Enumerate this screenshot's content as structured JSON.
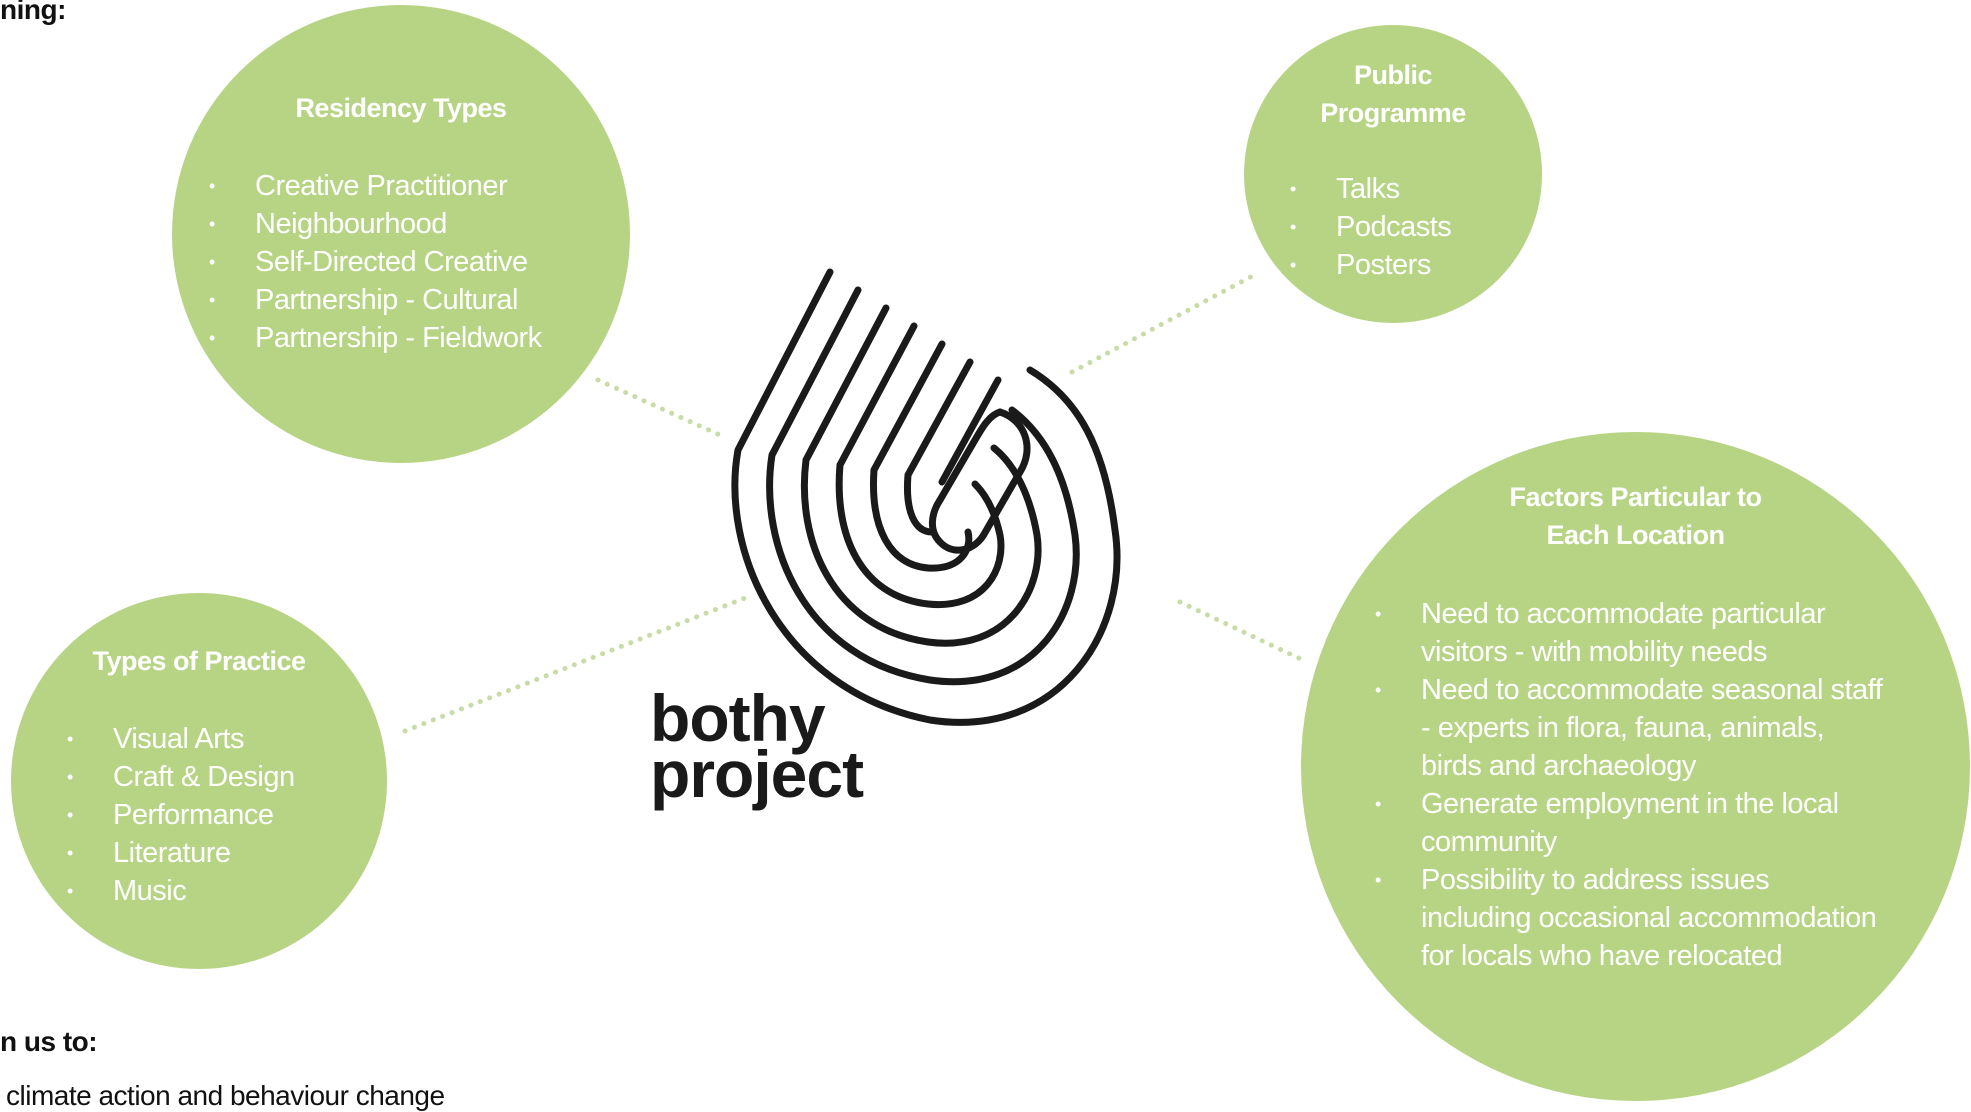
{
  "top_left_fragment": "ning:",
  "bottom_left_heading": "n us to:",
  "bottom_left_text": "climate action and behaviour change",
  "brand": {
    "line1": "bothy",
    "line2": "project"
  },
  "residency": {
    "title": "Residency Types",
    "items": [
      "Creative Practitioner",
      "Neighbourhood",
      "Self-Directed Creative",
      "Partnership - Cultural",
      "Partnership - Fieldwork"
    ]
  },
  "practice": {
    "title": "Types of Practice",
    "items": [
      "Visual Arts",
      "Craft & Design",
      "Performance",
      "Literature",
      "Music"
    ]
  },
  "public": {
    "title_line1": "Public",
    "title_line2": "Programme",
    "items": [
      "Talks",
      "Podcasts",
      "Posters"
    ]
  },
  "factors": {
    "title_line1": "Factors Particular to",
    "title_line2": "Each Location",
    "items": [
      "Need to accommodate particular visitors - with mobility needs",
      "Need to accommodate seasonal staff - experts in flora, fauna, animals, birds and archaeology",
      "Generate employment in the local community",
      "Possibility to address issues including occasional accommodation for locals who have relocated"
    ]
  },
  "colors": {
    "circle_fill": "#b7d485",
    "circle_text": "#ffffff",
    "dots": "#c9dca8",
    "logo": "#1a1a1a"
  }
}
